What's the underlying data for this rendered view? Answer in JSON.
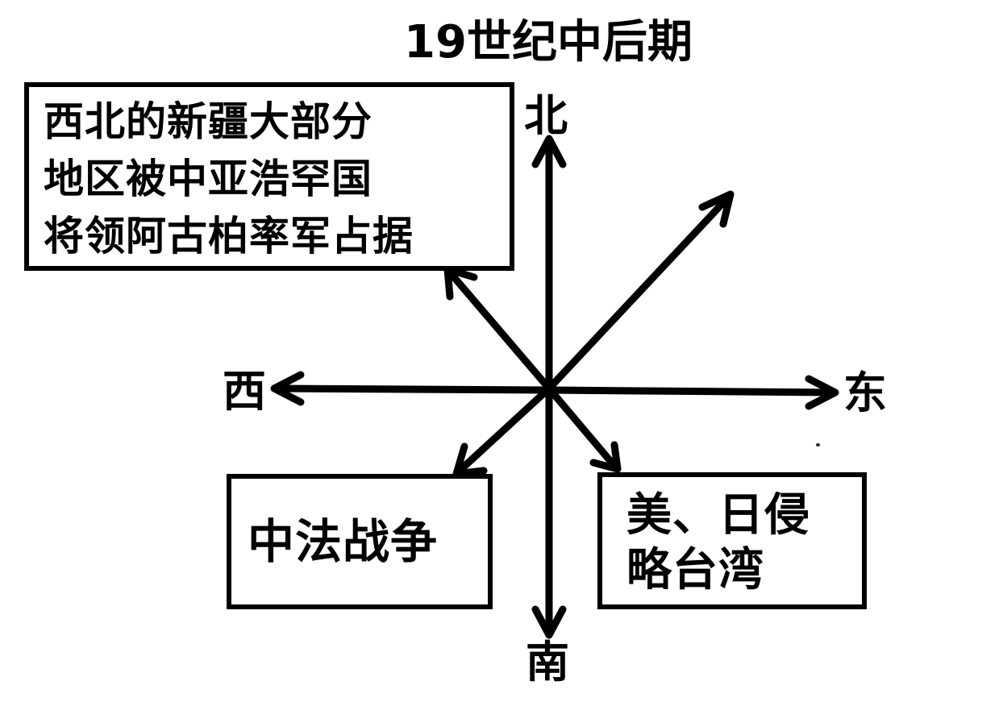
{
  "title": "19世纪中后期",
  "directions": {
    "north": "北",
    "south": "南",
    "east": "东",
    "west": "西"
  },
  "boxes": {
    "northwest": {
      "lines": [
        "西北的新疆大部分",
        "地区被中亚浩罕国",
        "将领阿古柏率军占据"
      ]
    },
    "southwest": {
      "lines": [
        "中法战争"
      ]
    },
    "southeast": {
      "lines": [
        "美、日侵",
        "略台湾"
      ]
    }
  },
  "colors": {
    "ink": "#000000",
    "background": "#ffffff"
  }
}
